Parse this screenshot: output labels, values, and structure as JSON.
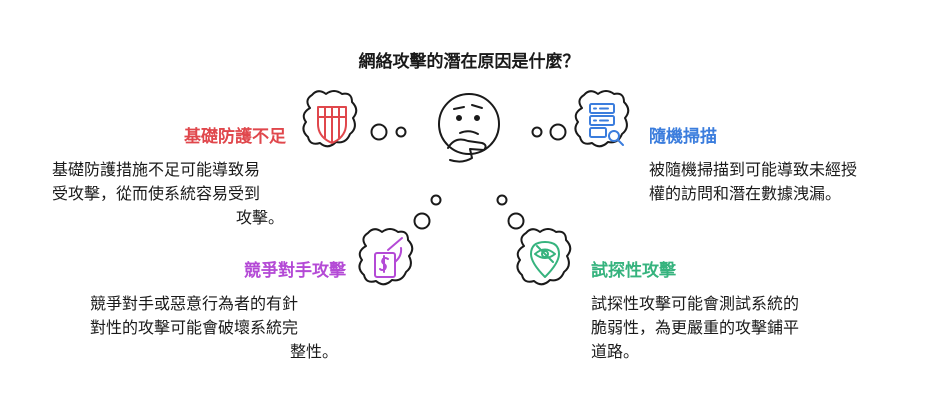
{
  "title": "網絡攻擊的潛在原因是什麼？",
  "colors": {
    "basic": "#e0474c",
    "scan": "#3b7ddd",
    "competitor": "#b44ad6",
    "probe": "#36b37e",
    "outline": "#1a1a1a"
  },
  "items": {
    "basic": {
      "heading": "基礎防護不足",
      "desc": [
        "基礎防護措施不足可能導致易",
        "受攻擊，從而使系統容易受到",
        "攻擊。"
      ],
      "icon": "shield-icon"
    },
    "scan": {
      "heading": "隨機掃描",
      "desc": [
        "被隨機掃描到可能導致未經授",
        "權的訪問和潛在數據洩漏。"
      ],
      "icon": "server-search-icon"
    },
    "competitor": {
      "heading": "競爭對手攻擊",
      "desc": [
        "競爭對手或惡意行為者的有針",
        "對性的攻擊可能會破壞系統完",
        "整性。"
      ],
      "icon": "money-hand-icon"
    },
    "probe": {
      "heading": "試探性攻擊",
      "desc": [
        "試探性攻擊可能會測試系統的",
        "脆弱性，為更嚴重的攻擊鋪平",
        "道路。"
      ],
      "icon": "eye-pin-icon"
    }
  },
  "center_icon": "thinking-face-icon"
}
